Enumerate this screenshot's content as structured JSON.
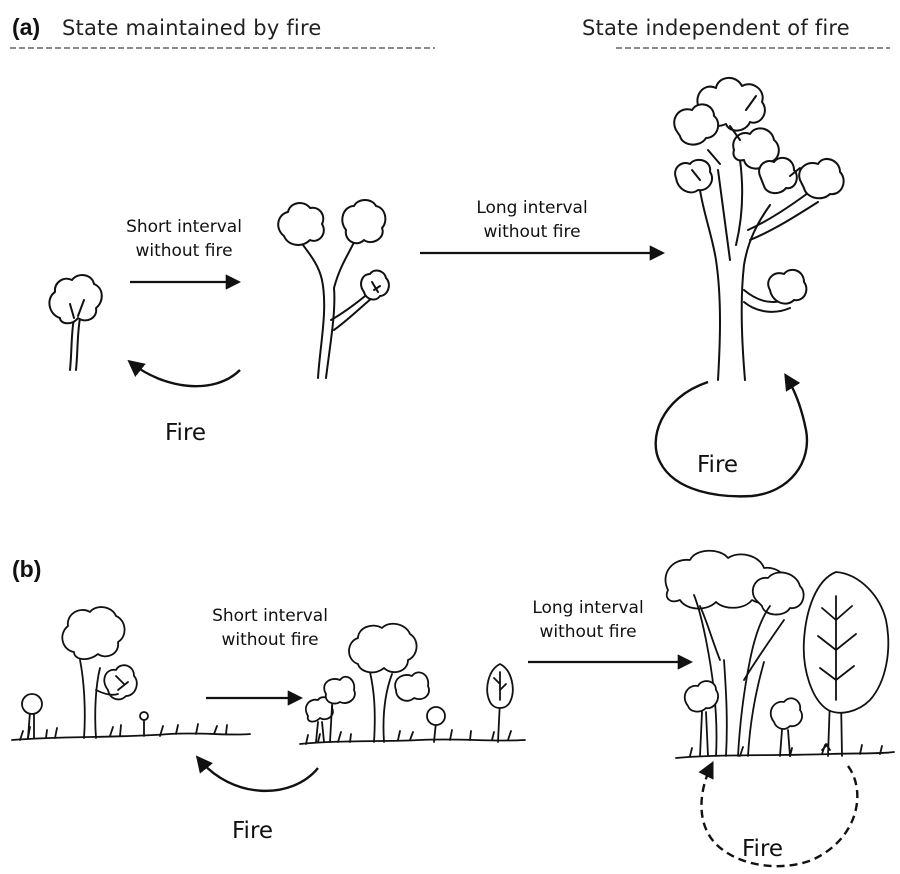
{
  "panel_a": {
    "label": "(a)",
    "state_fire_maintained": "State maintained by fire",
    "state_fire_independent": "State independent of fire",
    "short_interval_line1": "Short interval",
    "short_interval_line2": "without fire",
    "long_interval_line1": "Long interval",
    "long_interval_line2": "without fire",
    "fire_return": "Fire",
    "fire_cycle": "Fire"
  },
  "panel_b": {
    "label": "(b)",
    "short_interval_line1": "Short interval",
    "short_interval_line2": "without fire",
    "long_interval_line1": "Long interval",
    "long_interval_line2": "without fire",
    "fire_return": "Fire",
    "fire_cycle": "Fire"
  },
  "colors": {
    "ink": "#111111",
    "background": "#ffffff"
  }
}
